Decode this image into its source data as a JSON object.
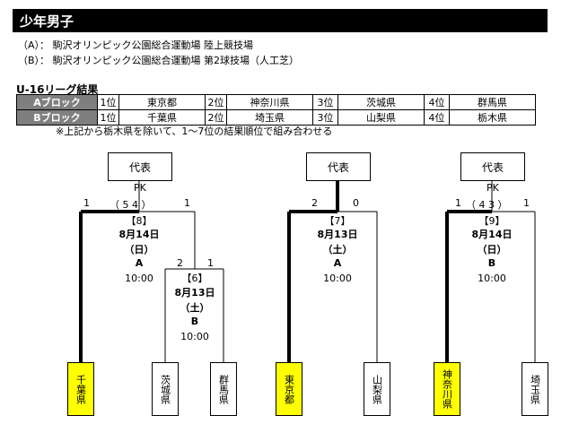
{
  "header": {
    "title": "少年男子",
    "venue_a": "（A）： 駒沢オリンピック公園総合運動場 陸上競技場",
    "venue_b": "（B）： 駒沢オリンピック公園総合運動場 第2球技場（人工芝）"
  },
  "league": {
    "heading": "U-16リーグ結果",
    "rows": [
      {
        "block": "Aブロック",
        "cells": [
          "1位",
          "東京都",
          "2位",
          "神奈川県",
          "3位",
          "茨城県",
          "4位",
          "群馬県"
        ]
      },
      {
        "block": "Bブロック",
        "cells": [
          "1位",
          "千葉県",
          "2位",
          "埼玉県",
          "3位",
          "山梨県",
          "4位",
          "栃木県"
        ]
      }
    ],
    "note": "※上記から栃木県を除いて、1～7位の結果順位で組み合わせる"
  },
  "brackets": {
    "rep_label": "代表",
    "pk_label": "PK",
    "b1": {
      "score_left": "1",
      "score_right": "1",
      "pk": "（ 5 4 ）",
      "match_no": "【8】",
      "date": "8月14日",
      "day": "（日）",
      "venue": "A",
      "time": "10:00",
      "sub": {
        "score_left": "2",
        "score_right": "1",
        "match_no": "【6】",
        "date": "8月13日",
        "day": "（土）",
        "venue": "B",
        "time": "10:00"
      },
      "teams": [
        "千葉県",
        "茨城県",
        "群馬県"
      ]
    },
    "b2": {
      "score_left": "2",
      "score_right": "0",
      "match_no": "【7】",
      "date": "8月13日",
      "day": "（土）",
      "venue": "A",
      "time": "10:00",
      "teams": [
        "東京都",
        "山梨県"
      ]
    },
    "b3": {
      "score_left": "1",
      "score_right": "1",
      "pk": "（ 4 3 ）",
      "match_no": "【9】",
      "date": "8月14日",
      "day": "（日）",
      "venue": "B",
      "time": "10:00",
      "teams": [
        "神奈川県",
        "埼玉県"
      ]
    }
  },
  "colors": {
    "winner_fill": "#ffff00",
    "block_fill": "#7f7f7f",
    "header_bar": "#000000"
  }
}
